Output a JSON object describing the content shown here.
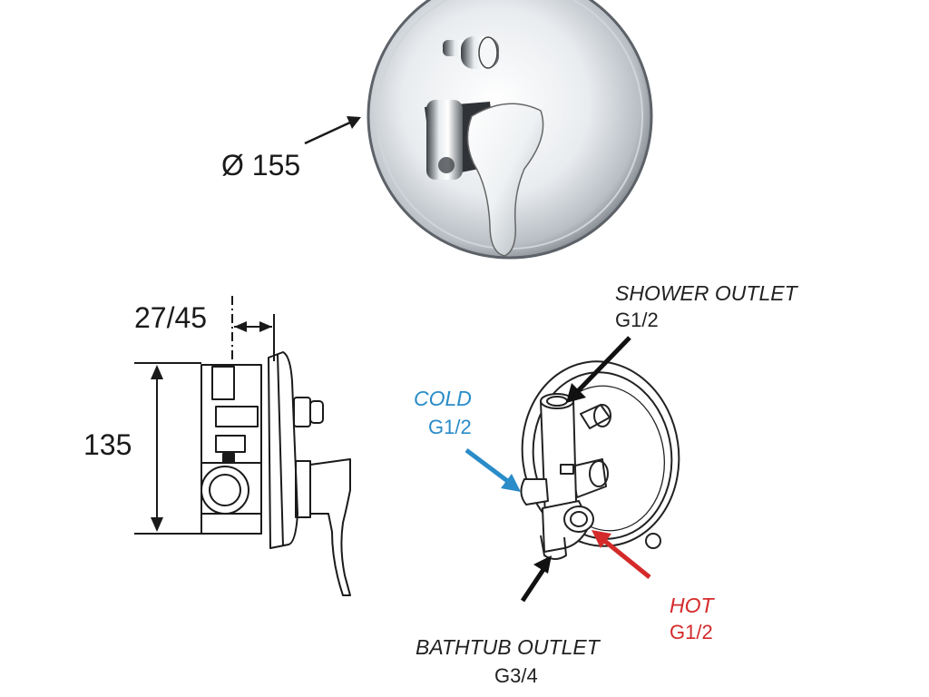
{
  "dimensions": {
    "diameter": "Ø 155",
    "depth": "27/45",
    "height": "135"
  },
  "ports": {
    "shower": {
      "label": "SHOWER OUTLET",
      "spec": "G1/2"
    },
    "cold": {
      "label": "COLD",
      "spec": "G1/2"
    },
    "hot": {
      "label": "HOT",
      "spec": "G1/2"
    },
    "bathtub": {
      "label": "BATHTUB OUTLET",
      "spec": "G3/4"
    }
  },
  "colors": {
    "cold": "#2a8cc8",
    "hot": "#d42a2a",
    "line": "#1a1a1a",
    "chrome_light": "#f2f4f6",
    "chrome_dark": "#7c8288"
  }
}
